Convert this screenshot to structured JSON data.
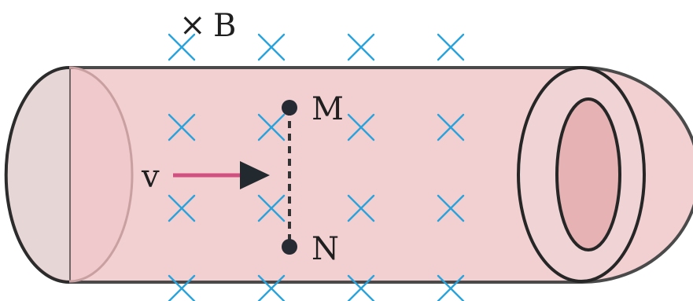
{
  "field": {
    "symbol": "×",
    "label": "B",
    "marker_color": "#29a3dc"
  },
  "velocity": {
    "label": "v",
    "arrow_color": "#d1507f"
  },
  "points": {
    "top_label": "M",
    "bottom_label": "N"
  },
  "colors": {
    "pipe_body": "#f2cfd0",
    "pipe_outline": "#3a3a3a",
    "left_end_face": "#e6e1df",
    "right_rim": "#efd3d5",
    "right_hole": "#e6b2b3",
    "points": "#262a33"
  }
}
